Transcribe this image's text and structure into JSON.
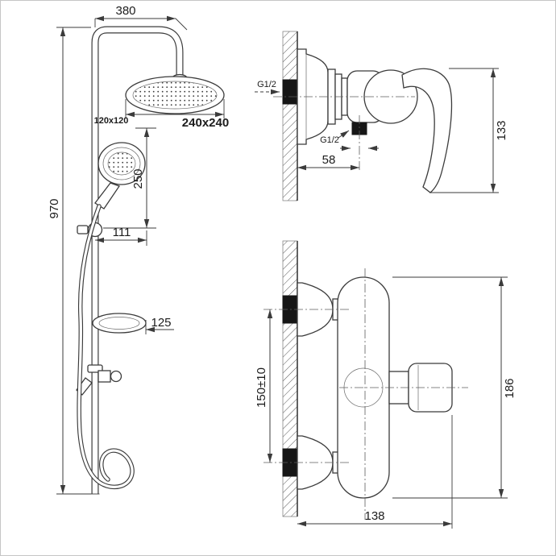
{
  "colors": {
    "line": "#3b3b3b",
    "solid_fill": "#161616",
    "background": "#ffffff"
  },
  "dims": {
    "column": {
      "arm_width": "380",
      "head_size": "240x240",
      "bracket_size": "120x120",
      "hand_shower_height": "250",
      "column_height": "970",
      "hand_shower_offset": "111",
      "soap_dish_offset": "125"
    },
    "mixer_side": {
      "inlet_thread": "G1/2",
      "outlet_thread": "G1/2",
      "wall_to_outlet": "58",
      "height": "133"
    },
    "mixer_front": {
      "inlet_spacing": "150±10",
      "height": "186",
      "width": "138"
    }
  }
}
